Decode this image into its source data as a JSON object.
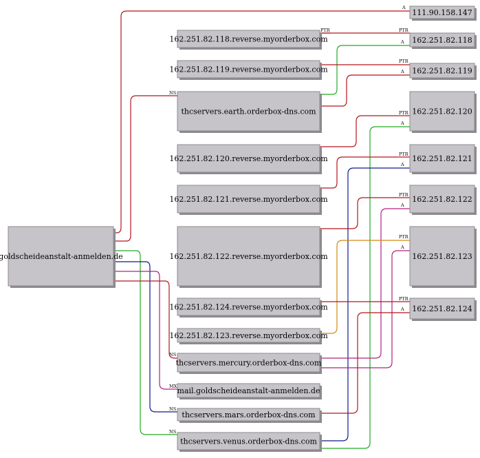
{
  "diagram": {
    "nodes": {
      "domain": "goldscheideanstalt-anmelden.de",
      "ip_111": "111.90.158.147",
      "ip_118": "162.251.82.118",
      "ip_119": "162.251.82.119",
      "ip_120": "162.251.82.120",
      "ip_121": "162.251.82.121",
      "ip_122": "162.251.82.122",
      "ip_123": "162.251.82.123",
      "ip_124": "162.251.82.124",
      "rev_118": "162.251.82.118.reverse.myorderbox.com",
      "rev_119": "162.251.82.119.reverse.myorderbox.com",
      "rev_120": "162.251.82.120.reverse.myorderbox.com",
      "rev_121": "162.251.82.121.reverse.myorderbox.com",
      "rev_122": "162.251.82.122.reverse.myorderbox.com",
      "rev_123": "162.251.82.123.reverse.myorderbox.com",
      "rev_124": "162.251.82.124.reverse.myorderbox.com",
      "earth": "thcservers.earth.orderbox-dns.com",
      "mercury": "thcservers.mercury.orderbox-dns.com",
      "mars": "thcservers.mars.orderbox-dns.com",
      "venus": "thcservers.venus.orderbox-dns.com",
      "mail": "mail.goldscheideanstalt-anmelden.de"
    },
    "edge_labels": {
      "a": "A",
      "ns": "NS",
      "mx": "MX",
      "ptr": "PTR"
    },
    "colors": {
      "red": "#b2161c",
      "green": "#22aa22",
      "navy": "#0c1a8c",
      "magenta": "#b0207f",
      "orange": "#d08a10",
      "node_fill": "#c6c4c8",
      "node_border": "#8c8a8e"
    }
  }
}
